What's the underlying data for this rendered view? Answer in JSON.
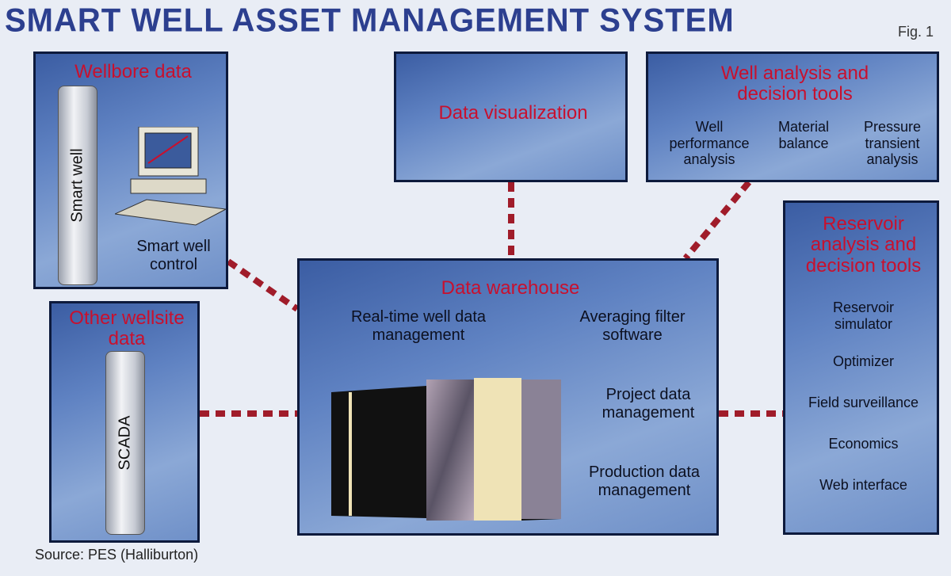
{
  "title": "Smart well asset management system",
  "fig_label": "Fig. 1",
  "source": "Source: PES (Halliburton)",
  "wellbore": {
    "title": "Wellbore data",
    "column_label": "Smart well",
    "control_label": "Smart well control"
  },
  "other": {
    "title": "Other wellsite data",
    "column_label": "SCADA"
  },
  "visualization": {
    "title": "Data visualization"
  },
  "well_tools": {
    "title": "Well analysis and decision tools",
    "items": [
      "Well performance analysis",
      "Material balance",
      "Pressure transient analysis"
    ]
  },
  "warehouse": {
    "title": "Data warehouse",
    "items": [
      "Real-time well data management",
      "Averaging filter software",
      "Project data management",
      "Production data management"
    ]
  },
  "reservoir_tools": {
    "title": "Reservoir analysis and decision tools",
    "items": [
      "Reservoir simulator",
      "Optimizer",
      "Field surveillance",
      "Economics",
      "Web interface"
    ]
  },
  "colors": {
    "panel": "#4f73b8",
    "title_red": "#c8102e",
    "connector": "#a01c2a",
    "heading": "#2c3f8f"
  }
}
